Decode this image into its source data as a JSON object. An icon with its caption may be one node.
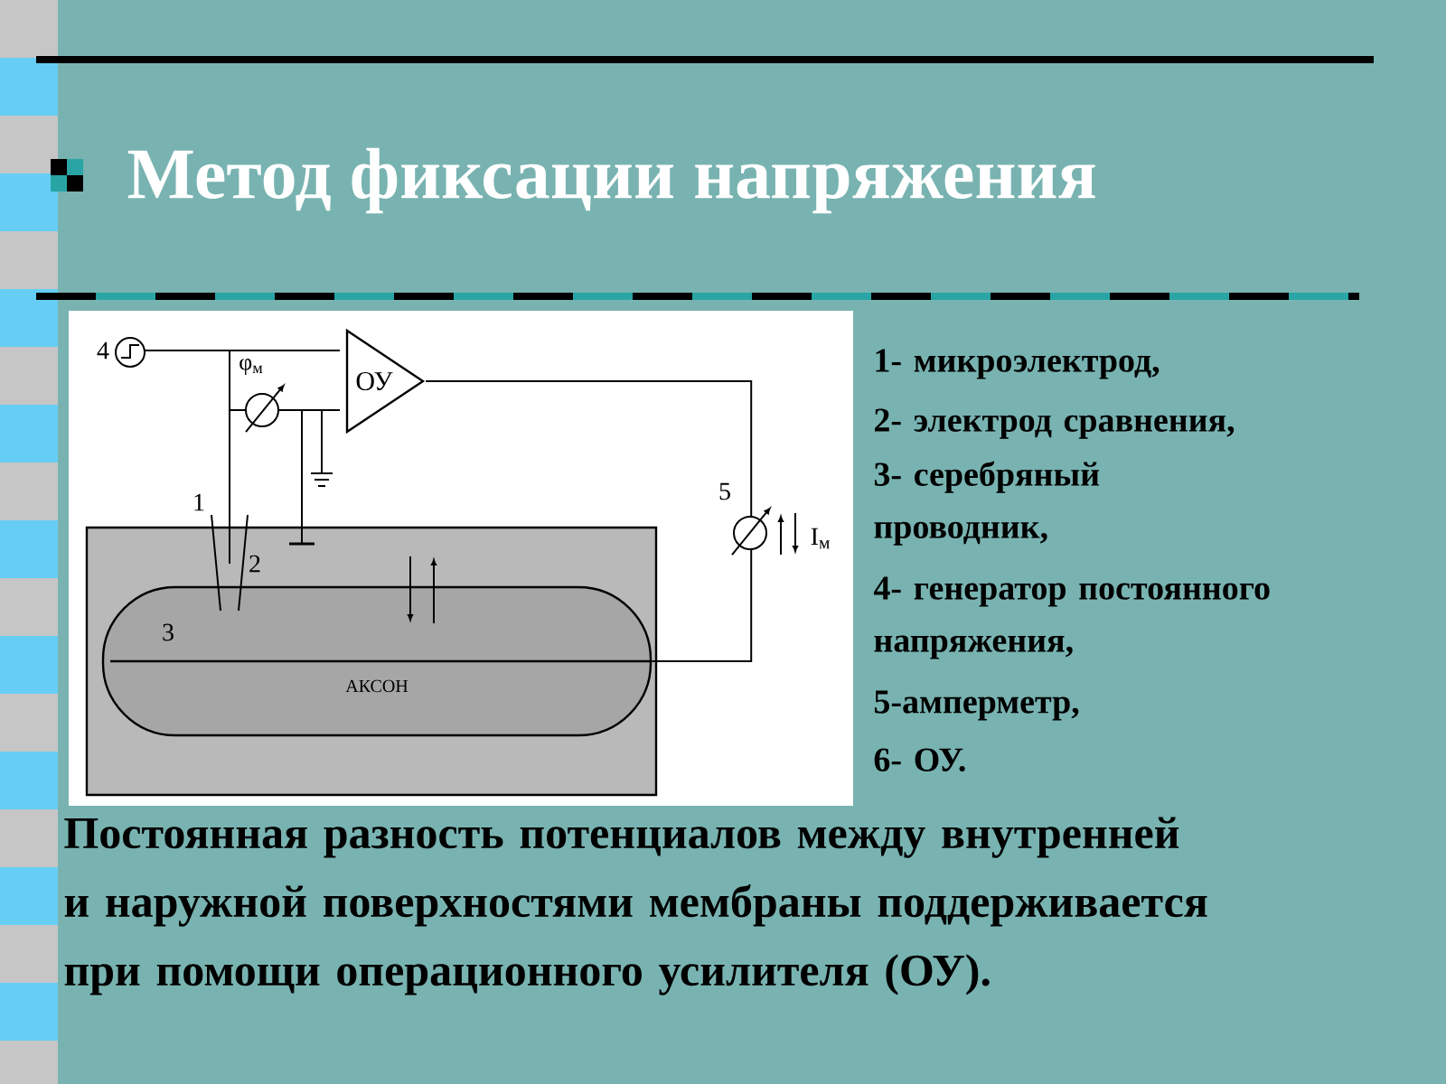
{
  "diagram": {
    "title": "Метод фиксации напряжения",
    "caption": "Постоянная разность потенциалов между внутренней и наружной поверхностями мембраны поддерживается при помощи операционного усилителя (ОУ).",
    "nodes": [
      {
        "text": [],
        "shape": "box"
      },
      {
        "text": [
          "АКСОН"
        ],
        "in": 0
      },
      {
        "text": [
          "ОУ"
        ]
      }
    ],
    "edges": [
      {
        "from": 2,
        "to": 1,
        "arrow": "none"
      }
    ],
    "labels": [
      "4",
      "φ$_{м}$",
      "1",
      "2",
      "3",
      "5",
      "I$_{м}$",
      "1- микроэлектрод,",
      "2- электрод сравнения,",
      "3- серебряный проводник,",
      "4- генератор постоянного напряжения,",
      "5-амперметр,",
      "6- ОУ."
    ]
  }
}
